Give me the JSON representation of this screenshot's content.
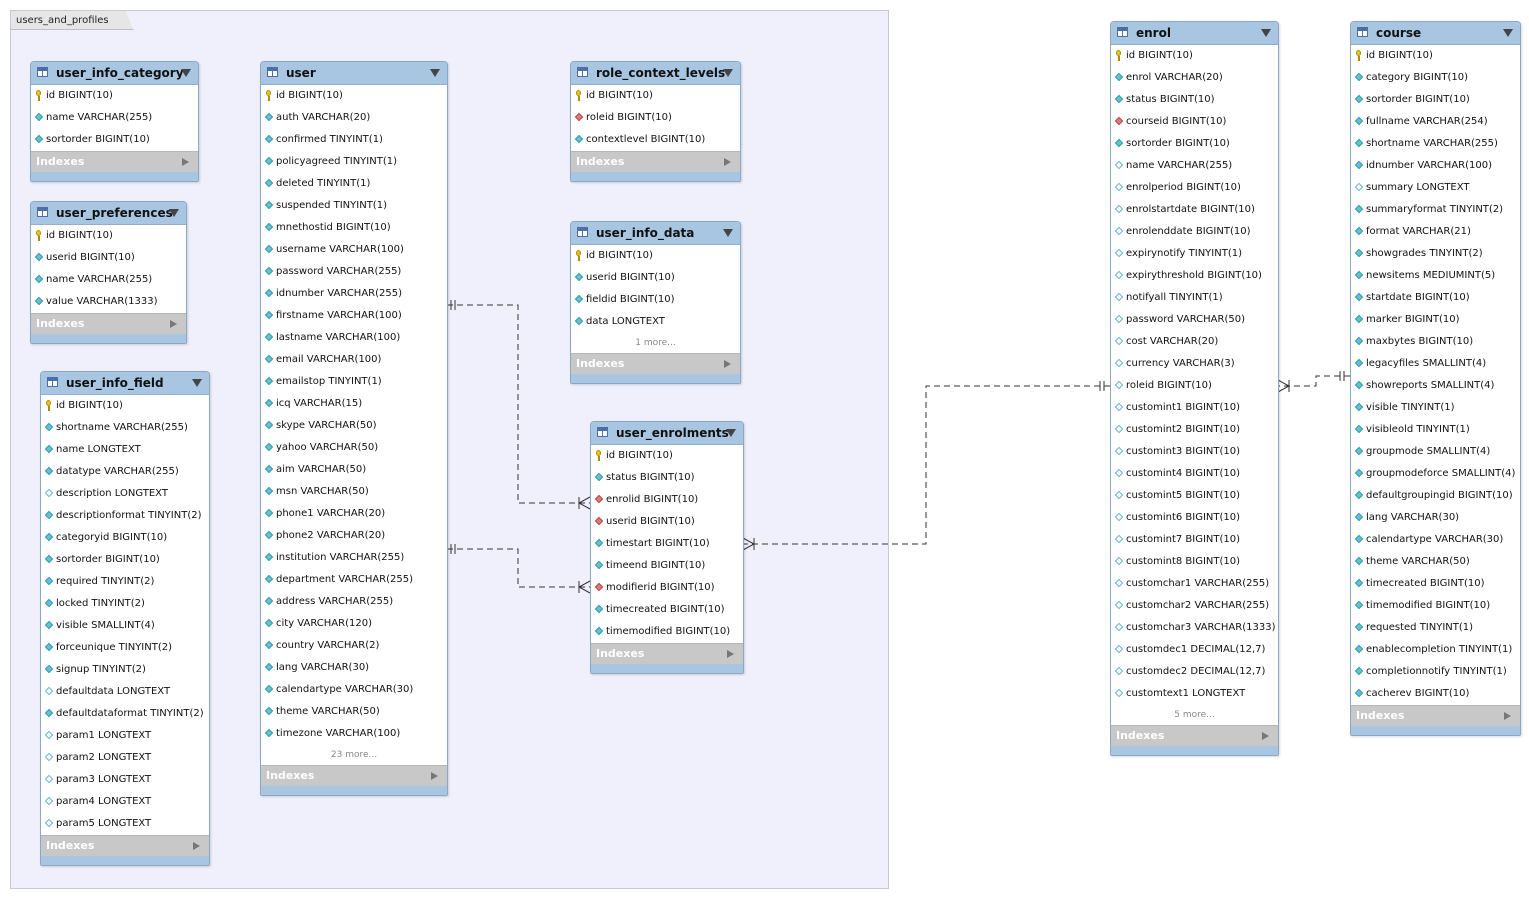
{
  "layer": {
    "name": "users_and_profiles"
  },
  "more_suffix": " more...",
  "indexes_label": "Indexes",
  "colors": {
    "layer_bg": "#f0f0fd",
    "header": "#a8c6e2",
    "indexes_bar": "#c8c8c8",
    "line": "#333333"
  },
  "tables": {
    "user_info_category": {
      "title": "user_info_category",
      "columns": [
        {
          "icon": "key",
          "text": "id BIGINT(10)"
        },
        {
          "icon": "attr",
          "text": "name VARCHAR(255)"
        },
        {
          "icon": "attr",
          "text": "sortorder BIGINT(10)"
        }
      ]
    },
    "user_preferences": {
      "title": "user_preferences",
      "columns": [
        {
          "icon": "key",
          "text": "id BIGINT(10)"
        },
        {
          "icon": "attr",
          "text": "userid BIGINT(10)"
        },
        {
          "icon": "attr",
          "text": "name VARCHAR(255)"
        },
        {
          "icon": "attr",
          "text": "value VARCHAR(1333)"
        }
      ]
    },
    "user_info_field": {
      "title": "user_info_field",
      "columns": [
        {
          "icon": "key",
          "text": "id BIGINT(10)"
        },
        {
          "icon": "attr",
          "text": "shortname VARCHAR(255)"
        },
        {
          "icon": "attr",
          "text": "name LONGTEXT"
        },
        {
          "icon": "attr",
          "text": "datatype VARCHAR(255)"
        },
        {
          "icon": "null",
          "text": "description LONGTEXT"
        },
        {
          "icon": "attr",
          "text": "descriptionformat TINYINT(2)"
        },
        {
          "icon": "attr",
          "text": "categoryid BIGINT(10)"
        },
        {
          "icon": "attr",
          "text": "sortorder BIGINT(10)"
        },
        {
          "icon": "attr",
          "text": "required TINYINT(2)"
        },
        {
          "icon": "attr",
          "text": "locked TINYINT(2)"
        },
        {
          "icon": "attr",
          "text": "visible SMALLINT(4)"
        },
        {
          "icon": "attr",
          "text": "forceunique TINYINT(2)"
        },
        {
          "icon": "attr",
          "text": "signup TINYINT(2)"
        },
        {
          "icon": "null",
          "text": "defaultdata LONGTEXT"
        },
        {
          "icon": "attr",
          "text": "defaultdataformat TINYINT(2)"
        },
        {
          "icon": "null",
          "text": "param1 LONGTEXT"
        },
        {
          "icon": "null",
          "text": "param2 LONGTEXT"
        },
        {
          "icon": "null",
          "text": "param3 LONGTEXT"
        },
        {
          "icon": "null",
          "text": "param4 LONGTEXT"
        },
        {
          "icon": "null",
          "text": "param5 LONGTEXT"
        }
      ]
    },
    "user": {
      "title": "user",
      "more": 23,
      "columns": [
        {
          "icon": "key",
          "text": "id BIGINT(10)"
        },
        {
          "icon": "attr",
          "text": "auth VARCHAR(20)"
        },
        {
          "icon": "attr",
          "text": "confirmed TINYINT(1)"
        },
        {
          "icon": "attr",
          "text": "policyagreed TINYINT(1)"
        },
        {
          "icon": "attr",
          "text": "deleted TINYINT(1)"
        },
        {
          "icon": "attr",
          "text": "suspended TINYINT(1)"
        },
        {
          "icon": "attr",
          "text": "mnethostid BIGINT(10)"
        },
        {
          "icon": "attr",
          "text": "username VARCHAR(100)"
        },
        {
          "icon": "attr",
          "text": "password VARCHAR(255)"
        },
        {
          "icon": "attr",
          "text": "idnumber VARCHAR(255)"
        },
        {
          "icon": "attr",
          "text": "firstname VARCHAR(100)"
        },
        {
          "icon": "attr",
          "text": "lastname VARCHAR(100)"
        },
        {
          "icon": "attr",
          "text": "email VARCHAR(100)"
        },
        {
          "icon": "attr",
          "text": "emailstop TINYINT(1)"
        },
        {
          "icon": "attr",
          "text": "icq VARCHAR(15)"
        },
        {
          "icon": "attr",
          "text": "skype VARCHAR(50)"
        },
        {
          "icon": "attr",
          "text": "yahoo VARCHAR(50)"
        },
        {
          "icon": "attr",
          "text": "aim VARCHAR(50)"
        },
        {
          "icon": "attr",
          "text": "msn VARCHAR(50)"
        },
        {
          "icon": "attr",
          "text": "phone1 VARCHAR(20)"
        },
        {
          "icon": "attr",
          "text": "phone2 VARCHAR(20)"
        },
        {
          "icon": "attr",
          "text": "institution VARCHAR(255)"
        },
        {
          "icon": "attr",
          "text": "department VARCHAR(255)"
        },
        {
          "icon": "attr",
          "text": "address VARCHAR(255)"
        },
        {
          "icon": "attr",
          "text": "city VARCHAR(120)"
        },
        {
          "icon": "attr",
          "text": "country VARCHAR(2)"
        },
        {
          "icon": "attr",
          "text": "lang VARCHAR(30)"
        },
        {
          "icon": "attr",
          "text": "calendartype VARCHAR(30)"
        },
        {
          "icon": "attr",
          "text": "theme VARCHAR(50)"
        },
        {
          "icon": "attr",
          "text": "timezone VARCHAR(100)"
        }
      ]
    },
    "role_context_levels": {
      "title": "role_context_levels",
      "columns": [
        {
          "icon": "key",
          "text": "id BIGINT(10)"
        },
        {
          "icon": "fk",
          "text": "roleid BIGINT(10)"
        },
        {
          "icon": "attr",
          "text": "contextlevel BIGINT(10)"
        }
      ]
    },
    "user_info_data": {
      "title": "user_info_data",
      "more": 1,
      "columns": [
        {
          "icon": "key",
          "text": "id BIGINT(10)"
        },
        {
          "icon": "attr",
          "text": "userid BIGINT(10)"
        },
        {
          "icon": "attr",
          "text": "fieldid BIGINT(10)"
        },
        {
          "icon": "attr",
          "text": "data LONGTEXT"
        }
      ]
    },
    "user_enrolments": {
      "title": "user_enrolments",
      "columns": [
        {
          "icon": "key",
          "text": "id BIGINT(10)"
        },
        {
          "icon": "attr",
          "text": "status BIGINT(10)"
        },
        {
          "icon": "fk",
          "text": "enrolid BIGINT(10)"
        },
        {
          "icon": "fk",
          "text": "userid BIGINT(10)"
        },
        {
          "icon": "attr",
          "text": "timestart BIGINT(10)"
        },
        {
          "icon": "attr",
          "text": "timeend BIGINT(10)"
        },
        {
          "icon": "fk",
          "text": "modifierid BIGINT(10)"
        },
        {
          "icon": "attr",
          "text": "timecreated BIGINT(10)"
        },
        {
          "icon": "attr",
          "text": "timemodified BIGINT(10)"
        }
      ]
    },
    "enrol": {
      "title": "enrol",
      "more": 5,
      "columns": [
        {
          "icon": "key",
          "text": "id BIGINT(10)"
        },
        {
          "icon": "attr",
          "text": "enrol VARCHAR(20)"
        },
        {
          "icon": "attr",
          "text": "status BIGINT(10)"
        },
        {
          "icon": "fk",
          "text": "courseid BIGINT(10)"
        },
        {
          "icon": "attr",
          "text": "sortorder BIGINT(10)"
        },
        {
          "icon": "null",
          "text": "name VARCHAR(255)"
        },
        {
          "icon": "null",
          "text": "enrolperiod BIGINT(10)"
        },
        {
          "icon": "null",
          "text": "enrolstartdate BIGINT(10)"
        },
        {
          "icon": "null",
          "text": "enrolenddate BIGINT(10)"
        },
        {
          "icon": "null",
          "text": "expirynotify TINYINT(1)"
        },
        {
          "icon": "null",
          "text": "expirythreshold BIGINT(10)"
        },
        {
          "icon": "null",
          "text": "notifyall TINYINT(1)"
        },
        {
          "icon": "null",
          "text": "password VARCHAR(50)"
        },
        {
          "icon": "null",
          "text": "cost VARCHAR(20)"
        },
        {
          "icon": "null",
          "text": "currency VARCHAR(3)"
        },
        {
          "icon": "null",
          "text": "roleid BIGINT(10)"
        },
        {
          "icon": "null",
          "text": "customint1 BIGINT(10)"
        },
        {
          "icon": "null",
          "text": "customint2 BIGINT(10)"
        },
        {
          "icon": "null",
          "text": "customint3 BIGINT(10)"
        },
        {
          "icon": "null",
          "text": "customint4 BIGINT(10)"
        },
        {
          "icon": "null",
          "text": "customint5 BIGINT(10)"
        },
        {
          "icon": "null",
          "text": "customint6 BIGINT(10)"
        },
        {
          "icon": "null",
          "text": "customint7 BIGINT(10)"
        },
        {
          "icon": "null",
          "text": "customint8 BIGINT(10)"
        },
        {
          "icon": "null",
          "text": "customchar1 VARCHAR(255)"
        },
        {
          "icon": "null",
          "text": "customchar2 VARCHAR(255)"
        },
        {
          "icon": "null",
          "text": "customchar3 VARCHAR(1333)"
        },
        {
          "icon": "null",
          "text": "customdec1 DECIMAL(12,7)"
        },
        {
          "icon": "null",
          "text": "customdec2 DECIMAL(12,7)"
        },
        {
          "icon": "null",
          "text": "customtext1 LONGTEXT"
        }
      ]
    },
    "course": {
      "title": "course",
      "columns": [
        {
          "icon": "key",
          "text": "id BIGINT(10)"
        },
        {
          "icon": "attr",
          "text": "category BIGINT(10)"
        },
        {
          "icon": "attr",
          "text": "sortorder BIGINT(10)"
        },
        {
          "icon": "attr",
          "text": "fullname VARCHAR(254)"
        },
        {
          "icon": "attr",
          "text": "shortname VARCHAR(255)"
        },
        {
          "icon": "attr",
          "text": "idnumber VARCHAR(100)"
        },
        {
          "icon": "null",
          "text": "summary LONGTEXT"
        },
        {
          "icon": "attr",
          "text": "summaryformat TINYINT(2)"
        },
        {
          "icon": "attr",
          "text": "format VARCHAR(21)"
        },
        {
          "icon": "attr",
          "text": "showgrades TINYINT(2)"
        },
        {
          "icon": "attr",
          "text": "newsitems MEDIUMINT(5)"
        },
        {
          "icon": "attr",
          "text": "startdate BIGINT(10)"
        },
        {
          "icon": "attr",
          "text": "marker BIGINT(10)"
        },
        {
          "icon": "attr",
          "text": "maxbytes BIGINT(10)"
        },
        {
          "icon": "attr",
          "text": "legacyfiles SMALLINT(4)"
        },
        {
          "icon": "attr",
          "text": "showreports SMALLINT(4)"
        },
        {
          "icon": "attr",
          "text": "visible TINYINT(1)"
        },
        {
          "icon": "attr",
          "text": "visibleold TINYINT(1)"
        },
        {
          "icon": "attr",
          "text": "groupmode SMALLINT(4)"
        },
        {
          "icon": "attr",
          "text": "groupmodeforce SMALLINT(4)"
        },
        {
          "icon": "attr",
          "text": "defaultgroupingid BIGINT(10)"
        },
        {
          "icon": "attr",
          "text": "lang VARCHAR(30)"
        },
        {
          "icon": "attr",
          "text": "calendartype VARCHAR(30)"
        },
        {
          "icon": "attr",
          "text": "theme VARCHAR(50)"
        },
        {
          "icon": "attr",
          "text": "timecreated BIGINT(10)"
        },
        {
          "icon": "attr",
          "text": "timemodified BIGINT(10)"
        },
        {
          "icon": "attr",
          "text": "requested TINYINT(1)"
        },
        {
          "icon": "attr",
          "text": "enablecompletion TINYINT(1)"
        },
        {
          "icon": "attr",
          "text": "completionnotify TINYINT(1)"
        },
        {
          "icon": "attr",
          "text": "cacherev BIGINT(10)"
        }
      ]
    }
  },
  "relationships": [
    {
      "from": "user",
      "to": "user_enrolments",
      "label": "user-to-user_enrolments"
    },
    {
      "from": "user",
      "to": "user_enrolments",
      "label": "user-modifier-to-user_enrolments"
    },
    {
      "from": "enrol",
      "to": "user_enrolments",
      "label": "enrol-to-user_enrolments"
    },
    {
      "from": "course",
      "to": "enrol",
      "label": "course-to-enrol"
    }
  ]
}
